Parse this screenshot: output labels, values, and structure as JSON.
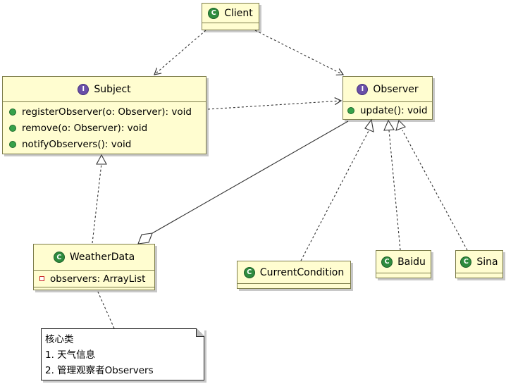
{
  "diagram": {
    "classes": {
      "client": {
        "name": "Client",
        "kind": "class"
      },
      "subject": {
        "name": "Subject",
        "kind": "interface",
        "methods": [
          "registerObserver(o: Observer): void",
          "remove(o: Observer): void",
          "notifyObservers(): void"
        ]
      },
      "observer": {
        "name": "Observer",
        "kind": "interface",
        "methods": [
          "update(): void"
        ]
      },
      "weatherdata": {
        "name": "WeatherData",
        "kind": "class",
        "fields": [
          "observers: ArrayList"
        ]
      },
      "currentcondition": {
        "name": "CurrentCondition",
        "kind": "class"
      },
      "baidu": {
        "name": "Baidu",
        "kind": "class"
      },
      "sina": {
        "name": "Sina",
        "kind": "class"
      }
    },
    "note": {
      "lines": [
        "核心类",
        "1. 天气信息",
        "2. 管理观察者Observers"
      ]
    },
    "badges": {
      "class": "C",
      "interface": "I"
    },
    "colors": {
      "class_fill": "#fffdd0",
      "class_border": "#7c7c4a",
      "class_badge": "#2e8b3e",
      "interface_badge": "#6a4fa8",
      "method_dot": "#37a24a",
      "private_field": "#c82020"
    },
    "relations": [
      {
        "from": "Client",
        "to": "Subject",
        "type": "dependency"
      },
      {
        "from": "Client",
        "to": "Observer",
        "type": "dependency"
      },
      {
        "from": "Subject",
        "to": "Observer",
        "type": "dependency"
      },
      {
        "from": "WeatherData",
        "to": "Subject",
        "type": "realization"
      },
      {
        "from": "WeatherData",
        "to": "Observer",
        "type": "aggregation"
      },
      {
        "from": "CurrentCondition",
        "to": "Observer",
        "type": "realization"
      },
      {
        "from": "Baidu",
        "to": "Observer",
        "type": "realization"
      },
      {
        "from": "Sina",
        "to": "Observer",
        "type": "realization"
      },
      {
        "from": "Note",
        "to": "WeatherData",
        "type": "note-link"
      }
    ]
  }
}
